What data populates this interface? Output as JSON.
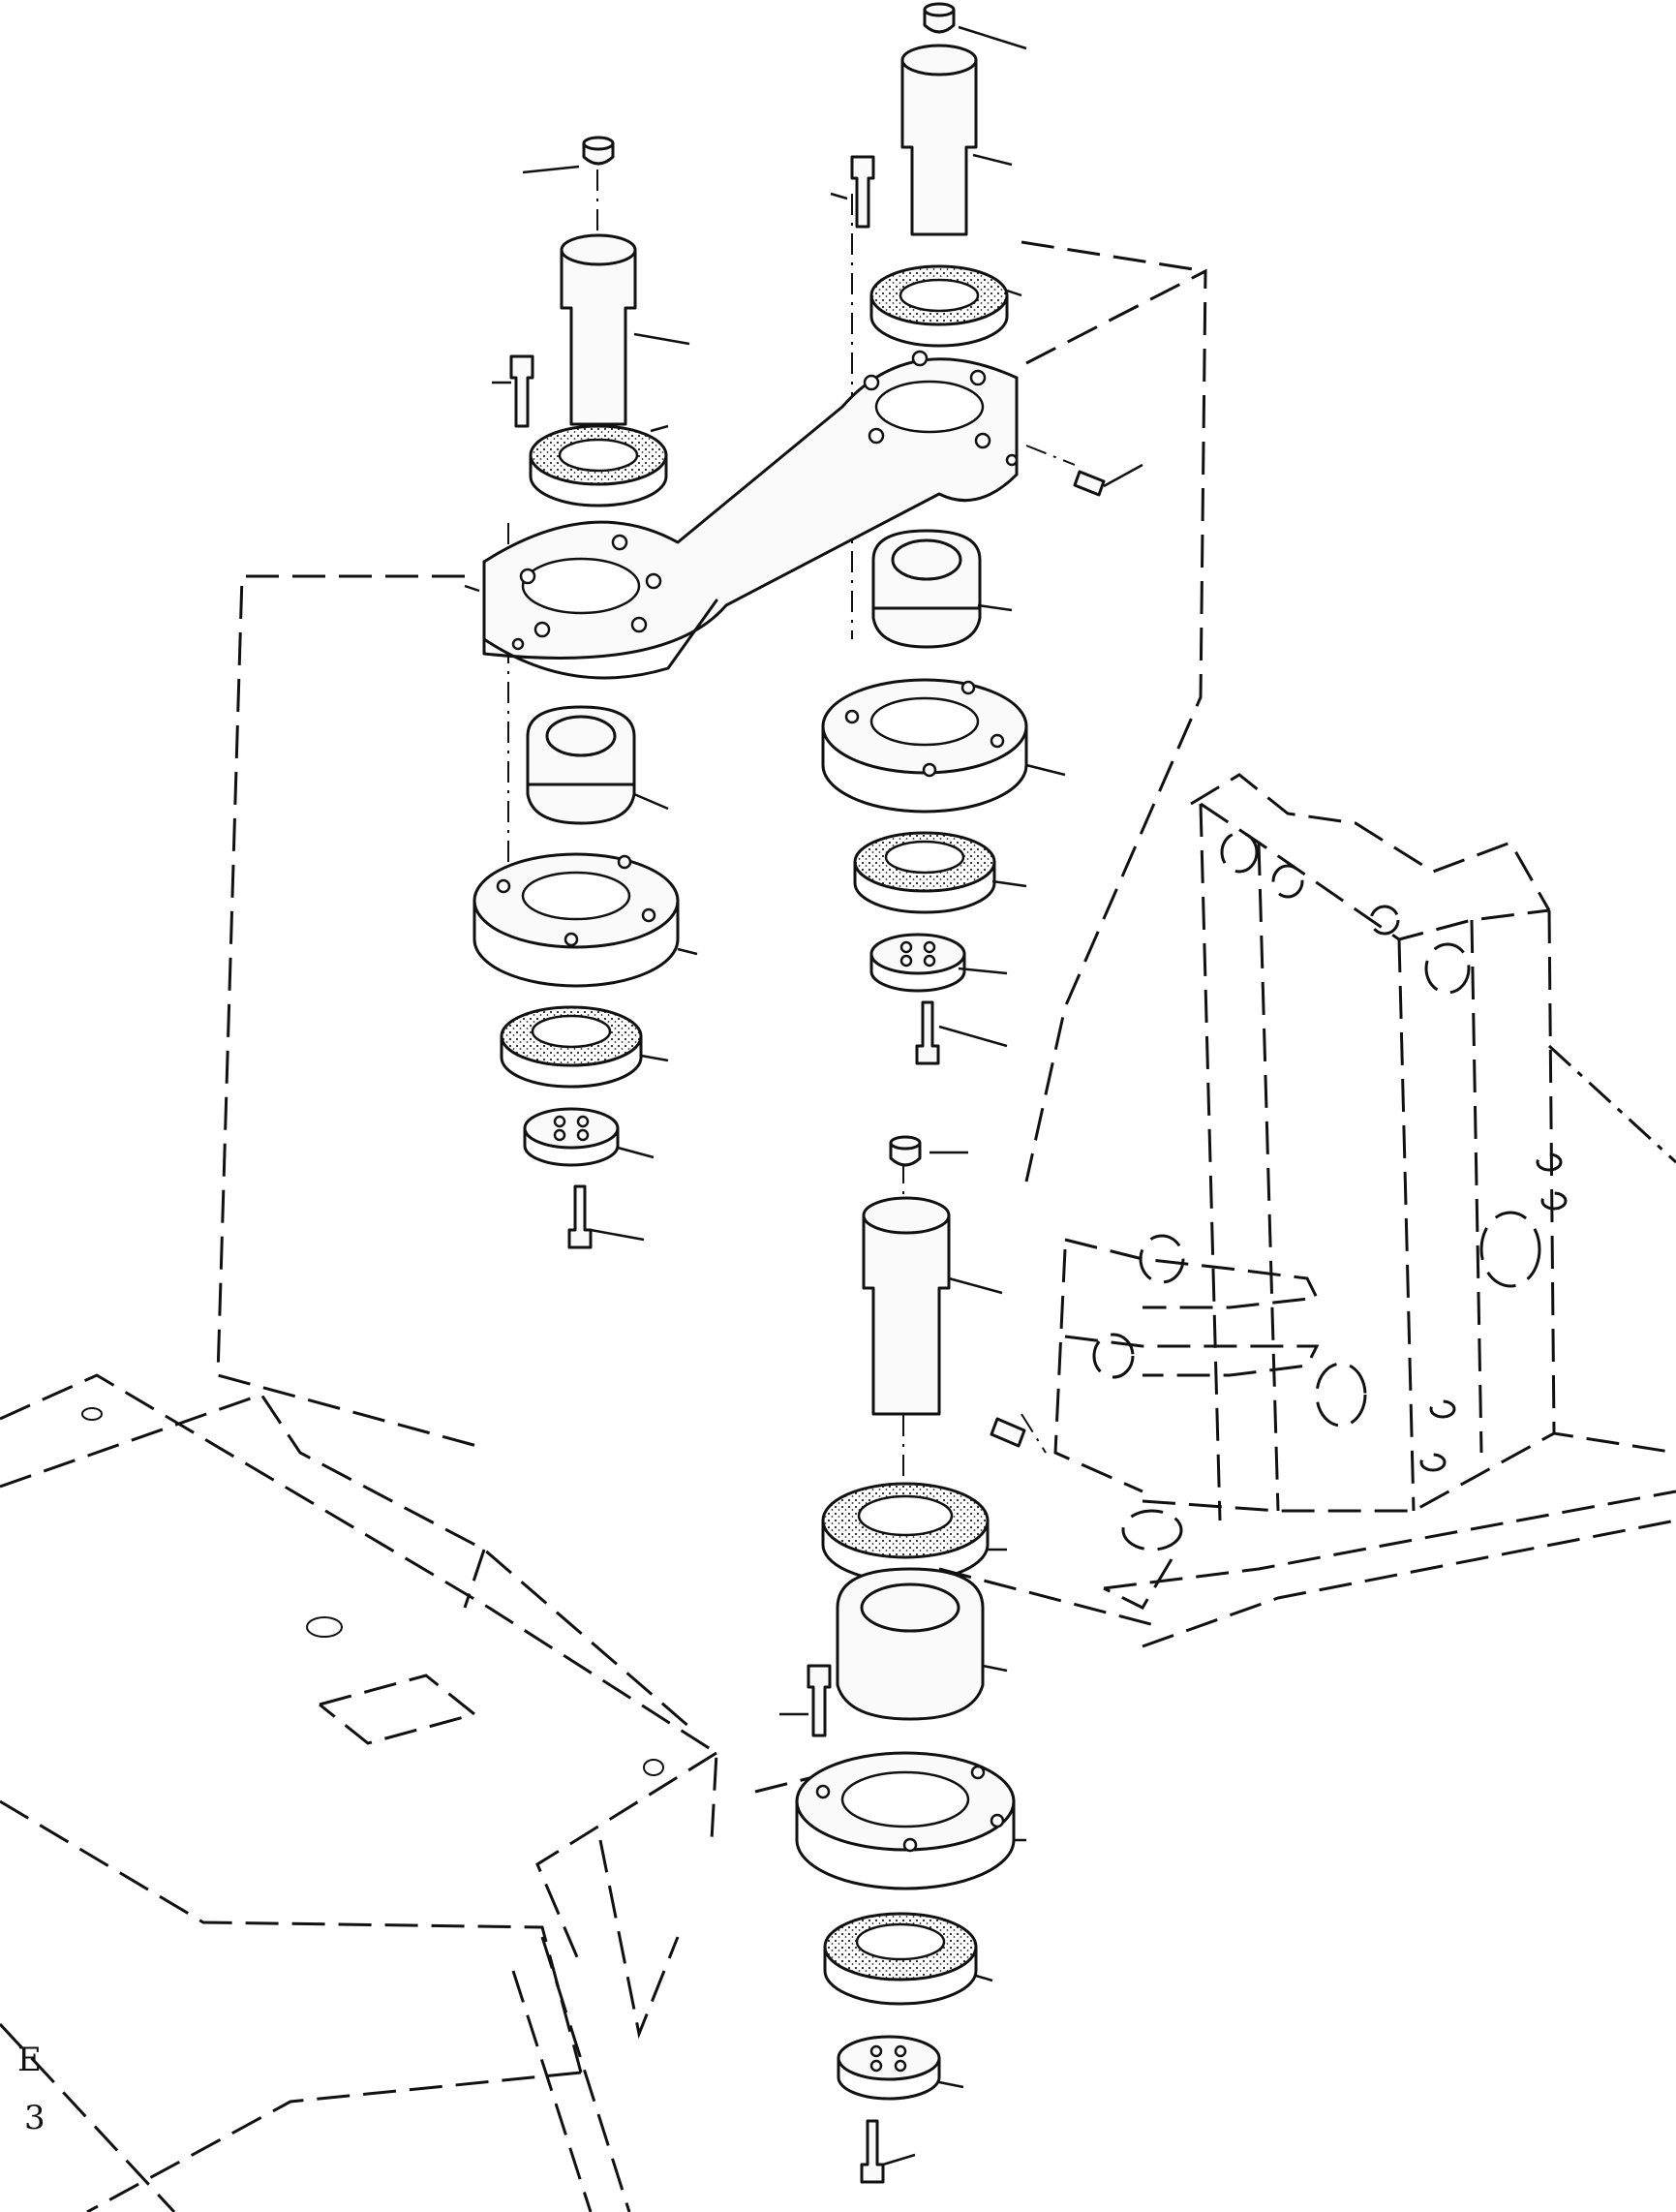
{
  "diagram": {
    "kind": "exploded-parts-view",
    "margin_marks": [
      "E",
      "3"
    ]
  }
}
